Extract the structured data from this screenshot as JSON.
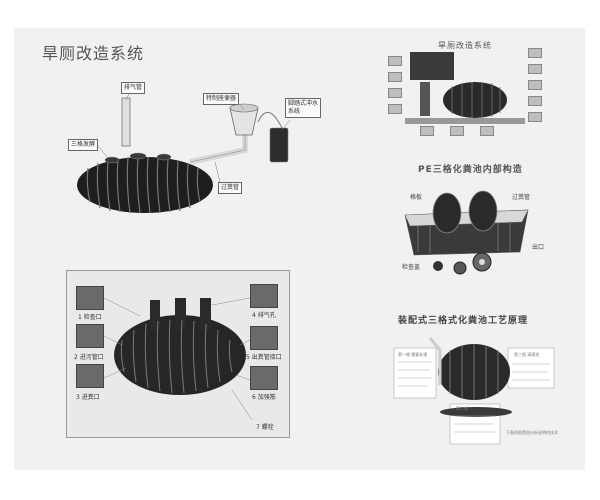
{
  "main_title": "旱厕改造系统",
  "diagram1": {
    "labels": {
      "vent_pipe": "排气管",
      "toilet": "特制座便器",
      "flush_system": "脚踏式冲水系统",
      "tank": "三格发酵",
      "pipe": "过粪管"
    }
  },
  "photo_panel": {
    "items": [
      {
        "label": "1  检查口"
      },
      {
        "label": "2  进污管口"
      },
      {
        "label": "3  进粪口"
      },
      {
        "label": "4  排气孔"
      },
      {
        "label": "5  出粪管接口"
      },
      {
        "label": "6  加强筋"
      },
      {
        "label": "7  螺栓"
      }
    ]
  },
  "right": {
    "title1": "旱厕改造系统",
    "title2": "PE三格化粪池内部构造",
    "labels2": {
      "partition": "格板",
      "pipe": "过粪管",
      "outlet": "出口",
      "inspection": "检查盖"
    },
    "title3": "装配式三格式化粪池工艺原理",
    "labels3": {
      "chamber1": "第一格  需要处理",
      "chamber3": "第三格  清理池",
      "chamber2": "第二格"
    },
    "footnote": "下面的图是由分析说明的技术"
  },
  "colors": {
    "sheet": "#f1f1f1",
    "ink": "#555555",
    "photo": "#6a6a6a"
  }
}
